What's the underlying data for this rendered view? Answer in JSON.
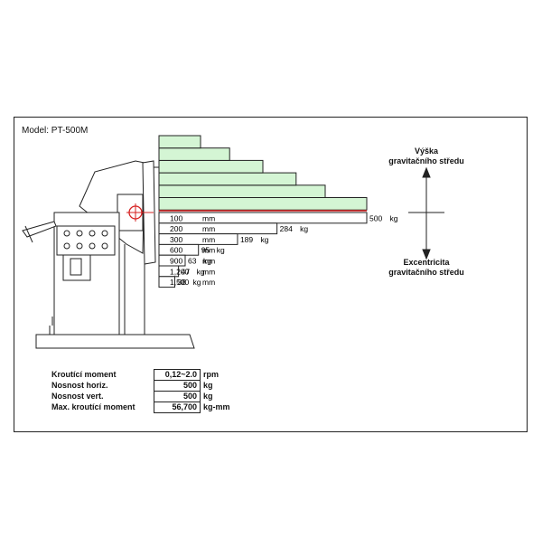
{
  "model": "Model: PT-500M",
  "axis": {
    "top": "Výška\ngravitačního středu",
    "bottom": "Excentricita\ngravitačního středu"
  },
  "chart_data": {
    "type": "bar",
    "orientation": "horizontal",
    "categories": [
      "100",
      "200",
      "300",
      "600",
      "900",
      "1,200",
      "1,500"
    ],
    "category_unit": "mm",
    "values": [
      500,
      284,
      189,
      95,
      63,
      47,
      38
    ],
    "value_labels": [
      "500",
      "284",
      "189",
      "95",
      "63",
      "47",
      "38"
    ],
    "value_unit": "kg",
    "green_bar_values": [
      500,
      400,
      330,
      250,
      170,
      100
    ],
    "colors": {
      "green": "#d4f5d4",
      "red": "#d62020",
      "line": "#222222"
    }
  },
  "specs": [
    {
      "label": "Kroutící moment",
      "value": "0,12~2.0",
      "unit": "rpm"
    },
    {
      "label": "Nosnost horiz.",
      "value": "500",
      "unit": "kg"
    },
    {
      "label": "Nosnost vert.",
      "value": "500",
      "unit": "kg"
    },
    {
      "label": "Max. kroutící moment",
      "value": "56,700",
      "unit": "kg-mm"
    }
  ]
}
